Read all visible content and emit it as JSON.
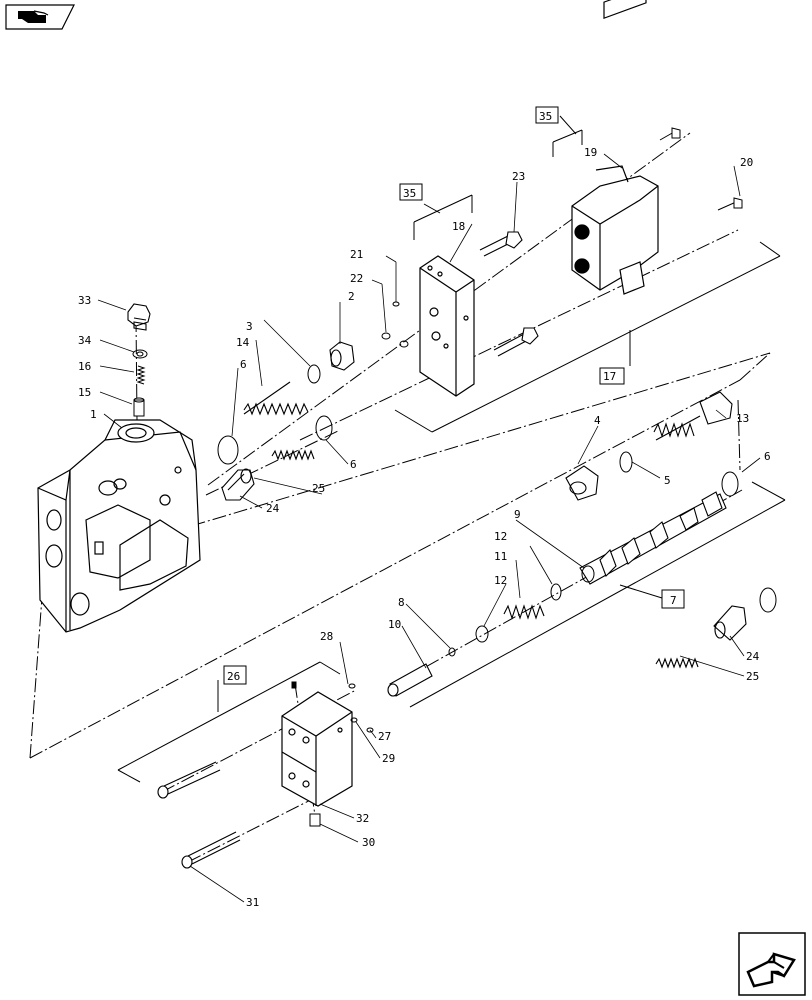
{
  "nav": {
    "prev_icon": "arrow-back-icon",
    "next_icon": "arrow-forward-icon"
  },
  "diagram": {
    "callouts": [
      {
        "id": "c1",
        "text": "1"
      },
      {
        "id": "c2",
        "text": "2"
      },
      {
        "id": "c3",
        "text": "3"
      },
      {
        "id": "c4",
        "text": "4"
      },
      {
        "id": "c5",
        "text": "5"
      },
      {
        "id": "c6a",
        "text": "6"
      },
      {
        "id": "c6b",
        "text": "6"
      },
      {
        "id": "c6c",
        "text": "6"
      },
      {
        "id": "c7",
        "text": "7"
      },
      {
        "id": "c8",
        "text": "8"
      },
      {
        "id": "c9",
        "text": "9"
      },
      {
        "id": "c10",
        "text": "10"
      },
      {
        "id": "c11",
        "text": "11"
      },
      {
        "id": "c12a",
        "text": "12"
      },
      {
        "id": "c12b",
        "text": "12"
      },
      {
        "id": "c13",
        "text": "13"
      },
      {
        "id": "c14",
        "text": "14"
      },
      {
        "id": "c15",
        "text": "15"
      },
      {
        "id": "c16",
        "text": "16"
      },
      {
        "id": "c17",
        "text": "17"
      },
      {
        "id": "c18",
        "text": "18"
      },
      {
        "id": "c19",
        "text": "19"
      },
      {
        "id": "c20",
        "text": "20"
      },
      {
        "id": "c21",
        "text": "21"
      },
      {
        "id": "c22",
        "text": "22"
      },
      {
        "id": "c23",
        "text": "23"
      },
      {
        "id": "c24a",
        "text": "24"
      },
      {
        "id": "c24b",
        "text": "24"
      },
      {
        "id": "c25a",
        "text": "25"
      },
      {
        "id": "c25b",
        "text": "25"
      },
      {
        "id": "c26",
        "text": "26"
      },
      {
        "id": "c27",
        "text": "27"
      },
      {
        "id": "c28",
        "text": "28"
      },
      {
        "id": "c29",
        "text": "29"
      },
      {
        "id": "c30",
        "text": "30"
      },
      {
        "id": "c31",
        "text": "31"
      },
      {
        "id": "c32",
        "text": "32"
      },
      {
        "id": "c33",
        "text": "33"
      },
      {
        "id": "c34",
        "text": "34"
      },
      {
        "id": "c35a",
        "text": "35"
      },
      {
        "id": "c35b",
        "text": "35"
      }
    ]
  }
}
